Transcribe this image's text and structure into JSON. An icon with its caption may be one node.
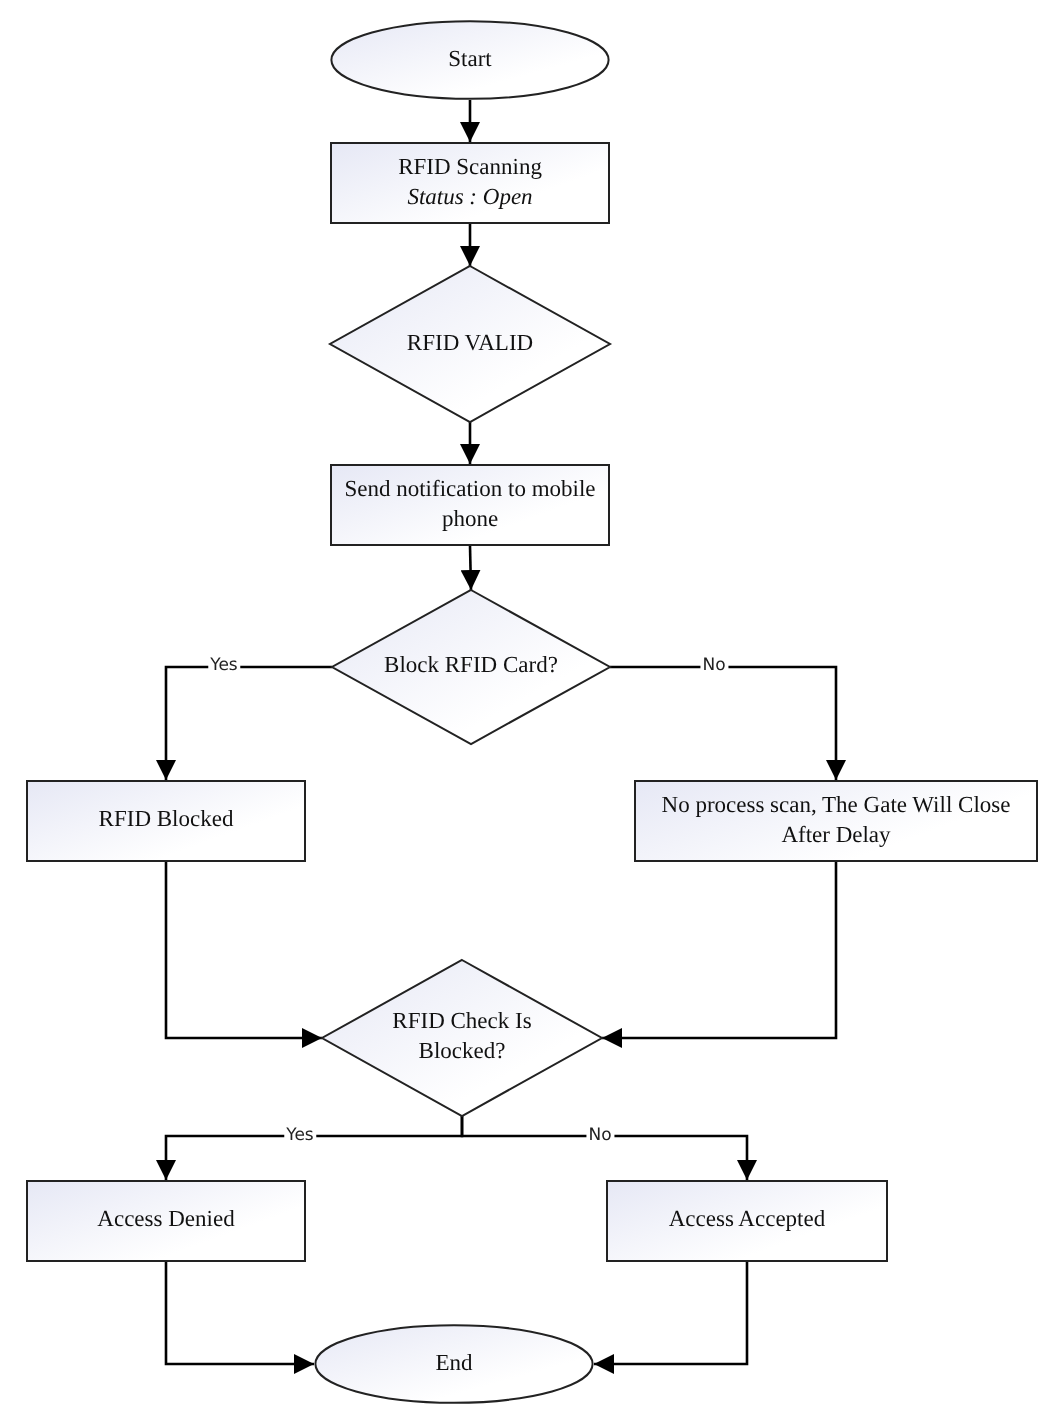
{
  "diagram": {
    "nodes": [
      {
        "text": [
          "Start"
        ]
      },
      {
        "text": [
          "RFID Scanning",
          "Status : Open"
        ]
      },
      {
        "text": [
          "RFID VALID"
        ]
      },
      {
        "text": [
          "Send notification to mobile phone"
        ]
      },
      {
        "text": [
          "Block RFID Card?"
        ]
      },
      {
        "text": [
          "RFID Blocked"
        ]
      },
      {
        "text": [
          "No process scan, The Gate Will Close After Delay"
        ]
      },
      {
        "text": [
          "RFID Check Is Blocked?"
        ]
      },
      {
        "text": [
          "Access Denied"
        ]
      },
      {
        "text": [
          "Access Accepted"
        ]
      },
      {
        "text": [
          "End"
        ]
      }
    ],
    "edges": [
      {
        "from": 0,
        "to": 1,
        "arrow": "to"
      },
      {
        "from": 1,
        "to": 2,
        "arrow": "to"
      },
      {
        "from": 2,
        "to": 3,
        "arrow": "to"
      },
      {
        "from": 3,
        "to": 4,
        "arrow": "to"
      },
      {
        "from": 4,
        "to": 5,
        "arrow": "to",
        "label": "Yes"
      },
      {
        "from": 4,
        "to": 6,
        "arrow": "to",
        "label": "No"
      },
      {
        "from": 5,
        "to": 7,
        "arrow": "to"
      },
      {
        "from": 6,
        "to": 7,
        "arrow": "to"
      },
      {
        "from": 7,
        "to": 8,
        "arrow": "to",
        "label": "Yes"
      },
      {
        "from": 7,
        "to": 9,
        "arrow": "to",
        "label": "No"
      },
      {
        "from": 8,
        "to": 10,
        "arrow": "to"
      },
      {
        "from": 9,
        "to": 10,
        "arrow": "to"
      }
    ]
  }
}
